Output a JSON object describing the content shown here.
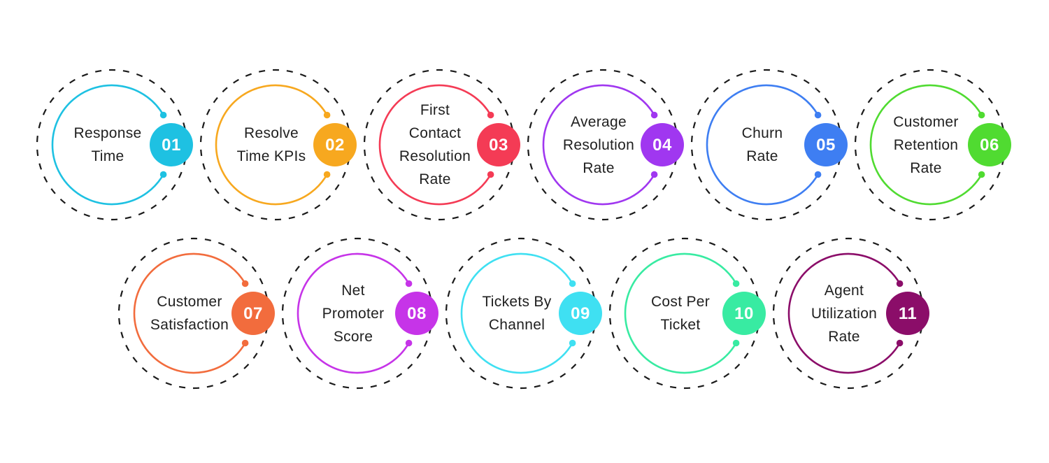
{
  "canvas": {
    "background": "#ffffff",
    "text_color": "#1f1f1f",
    "dash_color": "#1a1a1a"
  },
  "items": [
    {
      "number": "01",
      "label": "Response\nTime",
      "color": "#1EC1E2"
    },
    {
      "number": "02",
      "label": "Resolve\nTime KPIs",
      "color": "#F7A81F"
    },
    {
      "number": "03",
      "label": "First\nContact\nResolution\nRate",
      "color": "#F43B55"
    },
    {
      "number": "04",
      "label": "Average\nResolution\nRate",
      "color": "#A037F0"
    },
    {
      "number": "05",
      "label": "Churn\nRate",
      "color": "#3E7EF2"
    },
    {
      "number": "06",
      "label": "Customer\nRetention\nRate",
      "color": "#50DB31"
    },
    {
      "number": "07",
      "label": "Customer\nSatisfaction",
      "color": "#F26C3D"
    },
    {
      "number": "08",
      "label": "Net\nPromoter\nScore",
      "color": "#C634E8"
    },
    {
      "number": "09",
      "label": "Tickets By\nChannel",
      "color": "#3FE0F2"
    },
    {
      "number": "10",
      "label": "Cost Per\nTicket",
      "color": "#38EBA2"
    },
    {
      "number": "11",
      "label": "Agent\nUtilization\nRate",
      "color": "#8B0D69"
    }
  ]
}
